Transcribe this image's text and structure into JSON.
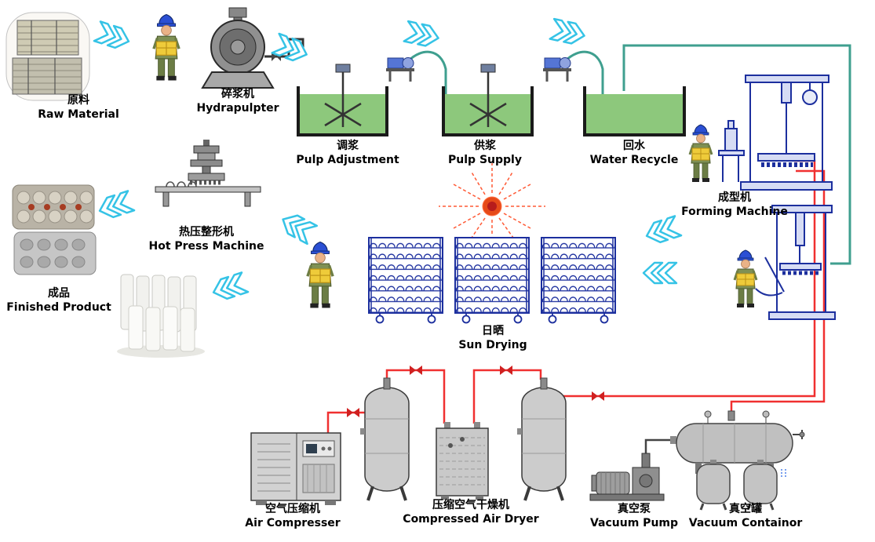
{
  "stations": {
    "raw_material": {
      "zh": "原料",
      "en": "Raw Material"
    },
    "hydrapulpter": {
      "zh": "碎浆机",
      "en": "Hydrapulpter"
    },
    "pulp_adjustment": {
      "zh": "调浆",
      "en": "Pulp Adjustment"
    },
    "pulp_supply": {
      "zh": "供浆",
      "en": "Pulp Supply"
    },
    "water_recycle": {
      "zh": "回水",
      "en": "Water Recycle"
    },
    "forming_machine": {
      "zh": "成型机",
      "en": "Forming Machine"
    },
    "sun_drying": {
      "zh": "日晒",
      "en": "Sun  Drying"
    },
    "hot_press_machine": {
      "zh": "热压整形机",
      "en": "Hot Press Machine"
    },
    "finished_product": {
      "zh": "成品",
      "en": "Finished Product"
    },
    "air_compresser": {
      "zh": "空气压缩机",
      "en": "Air Compresser"
    },
    "compressed_air_dryer": {
      "zh": "压缩空气干燥机",
      "en": "Compressed Air Dryer"
    },
    "vacuum_pump": {
      "zh": "真空泵",
      "en": "Vacuum Pump"
    },
    "vacuum_containor": {
      "zh": "真空罐",
      "en": "Vacuum Containor"
    }
  },
  "colors": {
    "flow_arrow": "#35c3e6",
    "air_pipe": "#f03030",
    "water_pipe": "#3f9f8f",
    "pulp_water": "#8dc87c",
    "machine_outline": "#1c2f9e",
    "sun": "#e64a19"
  }
}
